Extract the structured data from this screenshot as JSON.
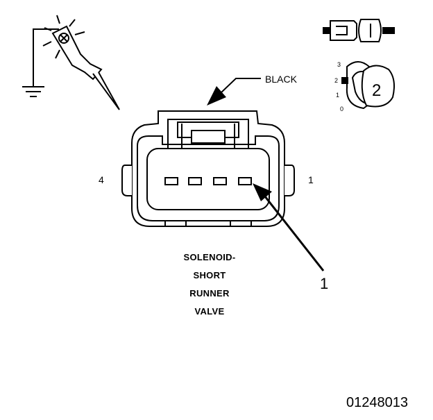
{
  "connector": {
    "color_label": "BLACK",
    "pin_left": "4",
    "pin_right": "1",
    "callout_number": "1"
  },
  "component_name": [
    "SOLENOID-",
    "SHORT",
    "RUNNER",
    "VALVE"
  ],
  "test_icon": {
    "scale": [
      "3",
      "2",
      "1",
      "0"
    ],
    "digit": "2"
  },
  "figure_id": "01248013",
  "colors": {
    "ink": "#000000",
    "paper": "#ffffff"
  }
}
